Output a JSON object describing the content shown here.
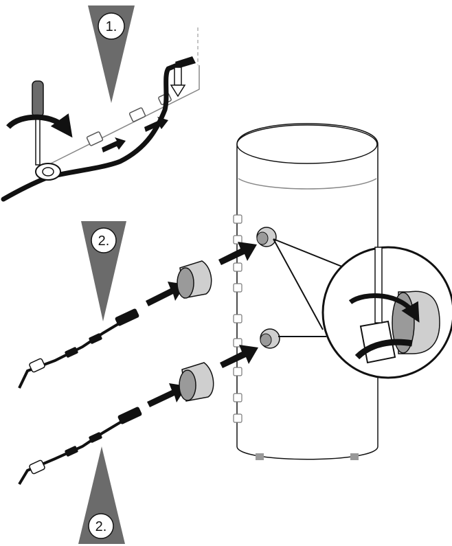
{
  "steps": [
    {
      "label": "1."
    },
    {
      "label": "2."
    },
    {
      "label": "2."
    }
  ],
  "colors": {
    "ink": "#111111",
    "triangle": "#6b6b6b",
    "tank_fill": "#ffffff",
    "sensor_grey": "#cfcfcf",
    "shadow_grey": "#9a9a9a"
  },
  "icons": [
    "screwdriver-icon",
    "rotation-arrow-icon",
    "push-arrow-icon",
    "sensor-probe-icon",
    "grommet-icon"
  ]
}
